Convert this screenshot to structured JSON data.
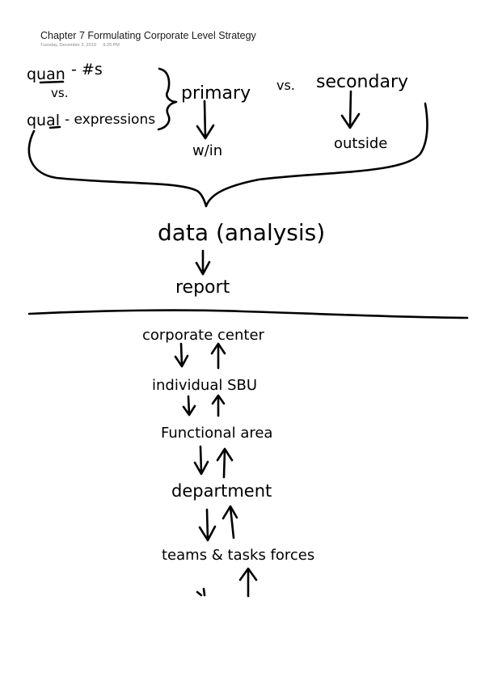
{
  "note": {
    "title": "Chapter 7 Formulating Corporate Level Strategy",
    "date": "Tuesday, December 3, 2019",
    "time": "9:20 PM"
  },
  "handwriting": {
    "top_left": {
      "quan": "quan",
      "quan_rest": "- #s",
      "vs": "vs.",
      "qual": "qual",
      "qual_rest": "- expressions"
    },
    "primary": "primary",
    "vs_middle": "vs.",
    "secondary": "secondary",
    "within": "w/in",
    "outside": "outside",
    "data_analysis": "data (analysis)",
    "report": "report",
    "hierarchy": [
      "corporate center",
      "individual SBU",
      "Functional area",
      "department",
      "teams & tasks forces"
    ]
  },
  "ink_color": "#000000"
}
